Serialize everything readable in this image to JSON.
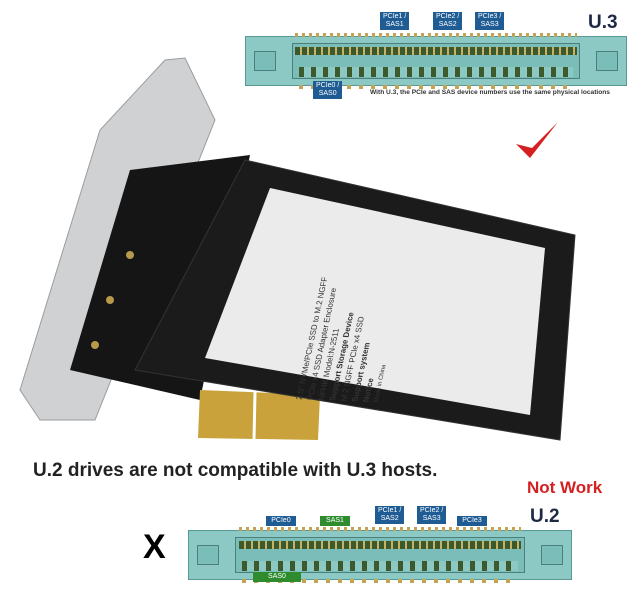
{
  "top_diagram": {
    "title": "U.3",
    "labels": [
      "PCIe1 /\nSAS1",
      "PCIe2 /\nSAS2",
      "PCIe3 /\nSAS3",
      "PCIe0 /\nSAS0"
    ],
    "caption": "With U.3, the PCIe and SAS device numbers use the same physical locations",
    "status_icon": "red-check-mark-icon"
  },
  "product": {
    "label_lines": [
      "2.5\" NVMe/PCIe SSD to M.2 NGFF",
      "PCIe x4 SSD Adapter Enclosure",
      "NFHK Model:N-2511",
      "Support Storage Device",
      "M.2 NGFF PCIe x4 SSD",
      "Support system",
      "Notice",
      "Made in China"
    ]
  },
  "headline": "U.2 drives are not compatible with U.3 hosts.",
  "bottom_diagram": {
    "status": "Not Work",
    "title": "U.2",
    "mark": "X",
    "labels": [
      {
        "text": "PCIe0",
        "color": "#1f5c94"
      },
      {
        "text": "SAS1",
        "color": "#2e8b2e"
      },
      {
        "text": "PCIe1 /\nSAS2",
        "color": "#1f5c94"
      },
      {
        "text": "PCIe2 /\nSAS3",
        "color": "#1f5c94"
      },
      {
        "text": "PCIe3",
        "color": "#1f5c94"
      },
      {
        "text": "SAS0",
        "color": "#2e8b2e"
      }
    ]
  },
  "colors": {
    "accent_red": "#d42020",
    "dark_text": "#1e2a44"
  }
}
